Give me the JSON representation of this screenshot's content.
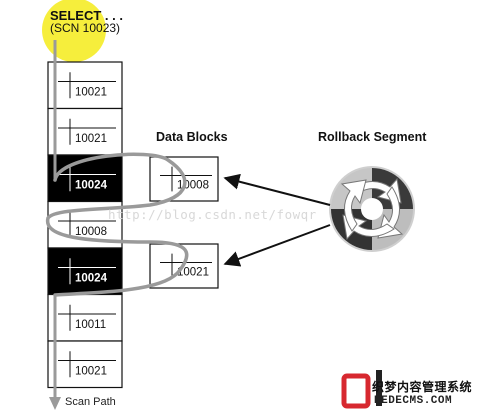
{
  "query": {
    "statement": "SELECT . . .",
    "scn": "(SCN 10023)"
  },
  "column_blocks": [
    {
      "value": "10021",
      "state": "normal"
    },
    {
      "value": "10021",
      "state": "normal"
    },
    {
      "value": "10024",
      "state": "changed"
    },
    {
      "value": "10008",
      "state": "normal"
    },
    {
      "value": "10024",
      "state": "changed"
    },
    {
      "value": "10011",
      "state": "normal"
    },
    {
      "value": "10021",
      "state": "normal"
    }
  ],
  "data_blocks": {
    "heading": "Data Blocks",
    "items": [
      {
        "value": "10008"
      },
      {
        "value": "10021"
      }
    ]
  },
  "rollback_segment": {
    "heading": "Rollback Segment"
  },
  "scan_path_label": "Scan Path",
  "watermark": "http://blog.csdn.net/fowqr",
  "logo": {
    "cn_text": "织梦内容管理系统",
    "domain": "DEDECMS.COM"
  },
  "colors": {
    "highlight": "#f6ee3c",
    "path": "#9a9a9a",
    "changed_block": "#000000",
    "rollback_dark": "#333333",
    "rollback_light": "#bdbdbd",
    "logo_red": "#d7282f"
  }
}
